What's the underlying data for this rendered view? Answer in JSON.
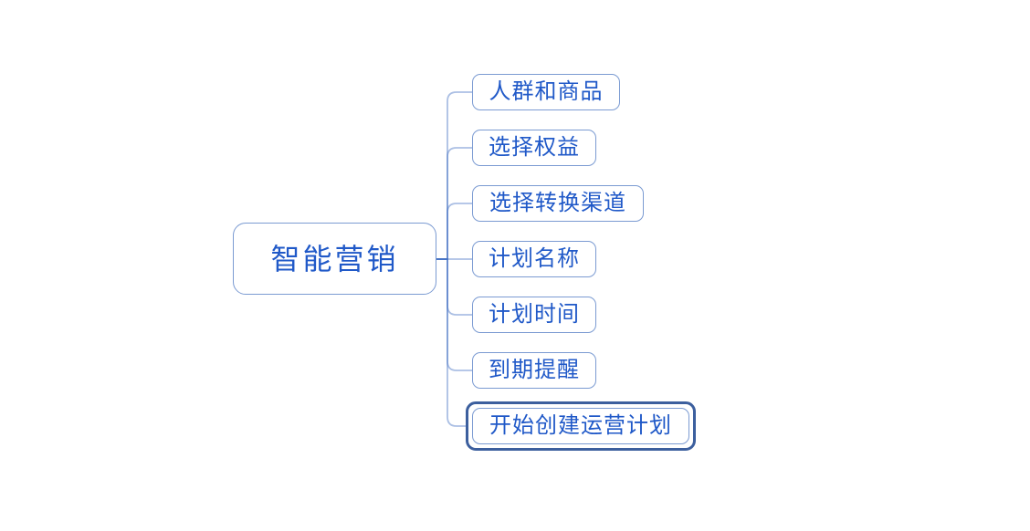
{
  "diagram": {
    "type": "mindmap",
    "root": {
      "label": "智能营销",
      "selected": false
    },
    "children": [
      {
        "label": "人群和商品",
        "selected": false
      },
      {
        "label": "选择权益",
        "selected": false
      },
      {
        "label": "选择转换渠道",
        "selected": false
      },
      {
        "label": "计划名称",
        "selected": false
      },
      {
        "label": "计划时间",
        "selected": false
      },
      {
        "label": "到期提醒",
        "selected": false
      },
      {
        "label": "开始创建运营计划",
        "selected": true
      }
    ],
    "colors": {
      "node_border": "#7b9bd2",
      "node_text": "#2059c8",
      "connector": "#4472c4",
      "selection_ring": "#3c5f9e",
      "background": "#ffffff"
    }
  }
}
